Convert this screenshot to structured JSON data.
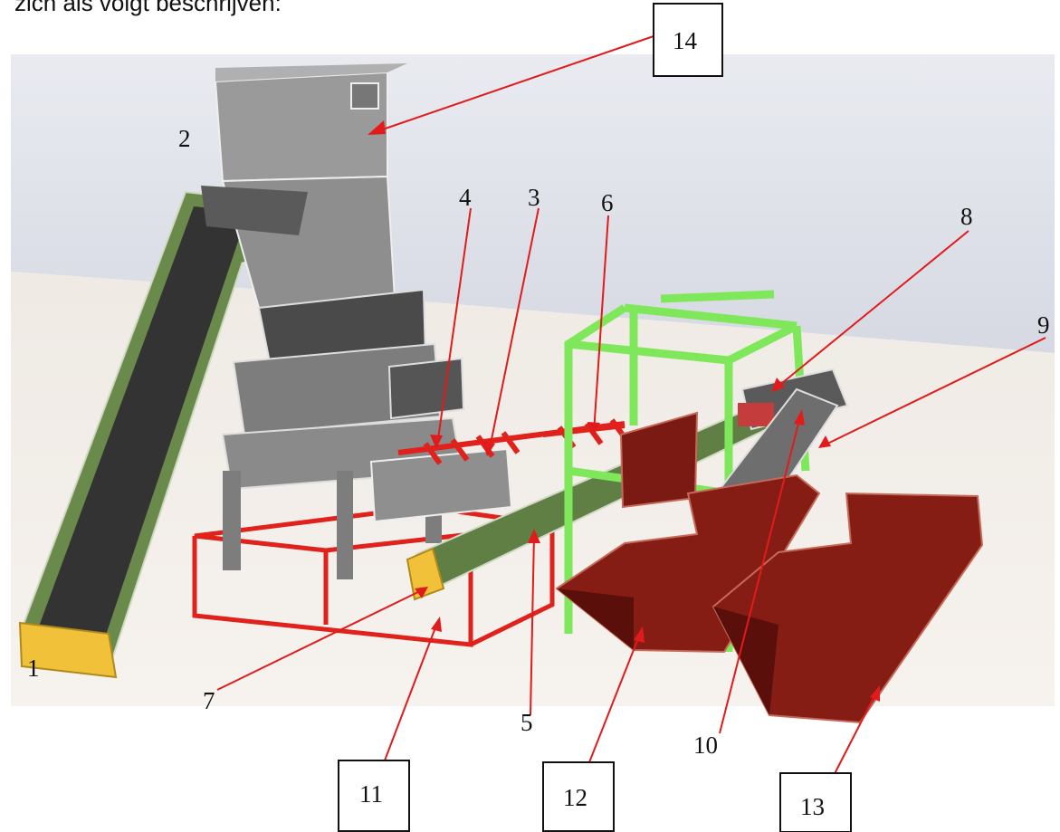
{
  "caption": "zich als volgt beschrijven:",
  "labels": {
    "l1": "1",
    "l2": "2",
    "l3": "3",
    "l4": "4",
    "l5": "5",
    "l6": "6",
    "l7": "7",
    "l8": "8",
    "l9": "9",
    "l10": "10"
  },
  "boxed_labels": {
    "b11": "11",
    "b12": "12",
    "b13": "13",
    "b14": "14"
  },
  "colors": {
    "leader": "#e11b1b",
    "frame": "#7ee85a",
    "skip": "#7a1a12",
    "conveyor": "#5f7f45",
    "belt": "#3a3a3a",
    "machine": "#8d8d8d",
    "yellow": "#f0c23a"
  }
}
